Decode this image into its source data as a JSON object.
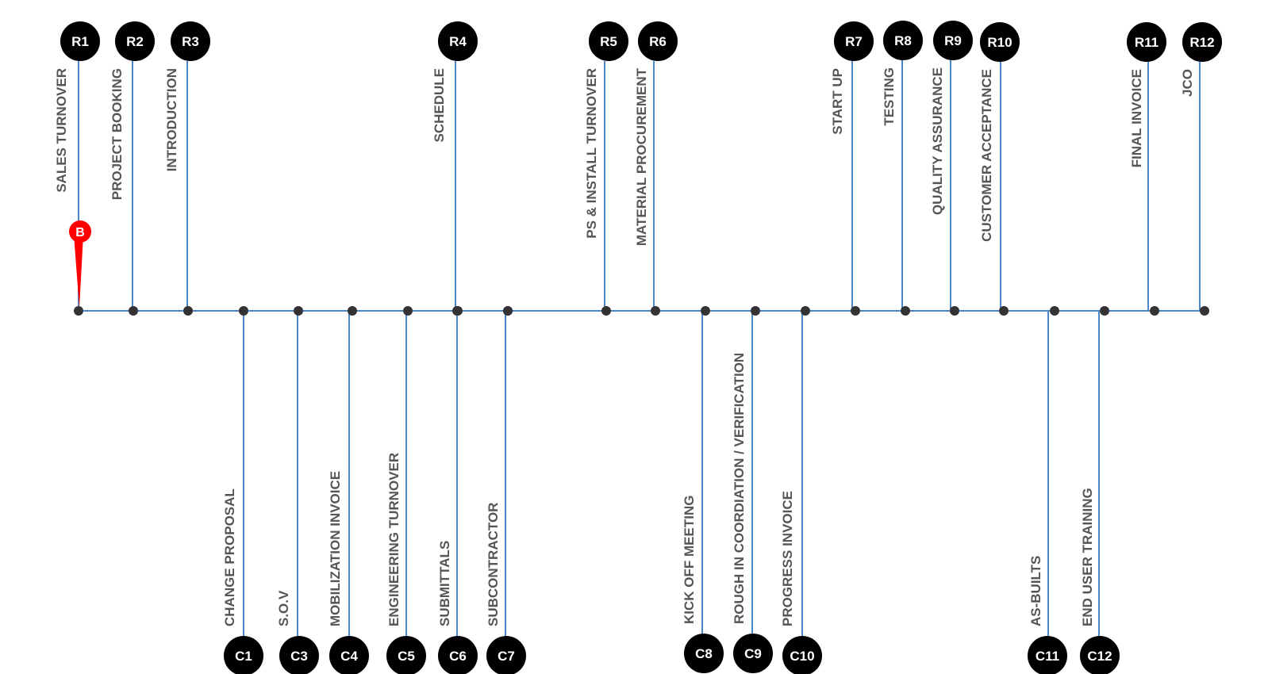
{
  "colors": {
    "line": "#4a86c8",
    "node": "#333333",
    "badge": "#000000",
    "label": "#555555",
    "marker": "#ff0000"
  },
  "current_marker": {
    "label": "B",
    "attached_to": "R1"
  },
  "top_stages": [
    {
      "badge": "R1",
      "label": "SALES TURNOVER"
    },
    {
      "badge": "R2",
      "label": "PROJECT BOOKING"
    },
    {
      "badge": "R3",
      "label": "INTRODUCTION"
    },
    {
      "badge": "R4",
      "label": "SCHEDULE"
    },
    {
      "badge": "R5",
      "label": "PS & INSTALL TURNOVER"
    },
    {
      "badge": "R6",
      "label": "MATERIAL PROCUREMENT"
    },
    {
      "badge": "R7",
      "label": "START UP"
    },
    {
      "badge": "R8",
      "label": "TESTING"
    },
    {
      "badge": "R9",
      "label": "QUALITY ASSURANCE"
    },
    {
      "badge": "R10",
      "label": "CUSTOMER ACCEPTANCE"
    },
    {
      "badge": "R11",
      "label": "FINAL INVOICE"
    },
    {
      "badge": "R12",
      "label": "JCO"
    }
  ],
  "bottom_stages": [
    {
      "badge": "C1",
      "label": "CHANGE PROPOSAL"
    },
    {
      "badge": "C3",
      "label": "S.O.V"
    },
    {
      "badge": "C4",
      "label": "MOBILIZATION INVOICE"
    },
    {
      "badge": "C5",
      "label": "ENGINEERING TURNOVER"
    },
    {
      "badge": "C6",
      "label": "SUBMITTALS"
    },
    {
      "badge": "C7",
      "label": "SUBCONTRACTOR"
    },
    {
      "badge": "C8",
      "label": "KICK OFF MEETING"
    },
    {
      "badge": "C9",
      "label": "ROUGH IN COORDIATION / VERIFICATION"
    },
    {
      "badge": "C10",
      "label": "PROGRESS INVOICE"
    },
    {
      "badge": "C11",
      "label": "AS-BUILTS"
    },
    {
      "badge": "C12",
      "label": "END USER TRAINING"
    }
  ]
}
